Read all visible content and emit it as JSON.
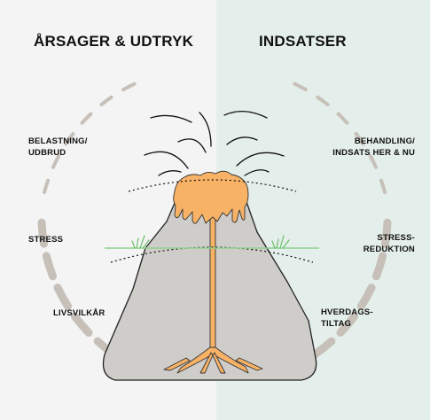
{
  "left_panel": {
    "heading": "ÅRSAGER & UDTRYK",
    "labels": [
      {
        "id": "belastning",
        "text": "BELASTNING/\nUDBRUD"
      },
      {
        "id": "stress",
        "text": "STRESS"
      },
      {
        "id": "livsvilkar",
        "text": "LIVSVILKÅR"
      }
    ]
  },
  "right_panel": {
    "heading": "INDSATSER",
    "labels": [
      {
        "id": "behandling",
        "text": "BEHANDLING/\nINDSATS HER & NU"
      },
      {
        "id": "stressreduktion",
        "text": "STRESS-\nREDUKTION"
      },
      {
        "id": "hverdagstiltag",
        "text": "HVERDAGS-\nTILTAG"
      }
    ]
  },
  "colors": {
    "left_bg": "#f4f4f4",
    "right_bg": "#e4eeea",
    "rock": "#cfcdca",
    "lava": "#f7b266",
    "arc": "#c6c0b8",
    "grass": "#8fd18f"
  }
}
